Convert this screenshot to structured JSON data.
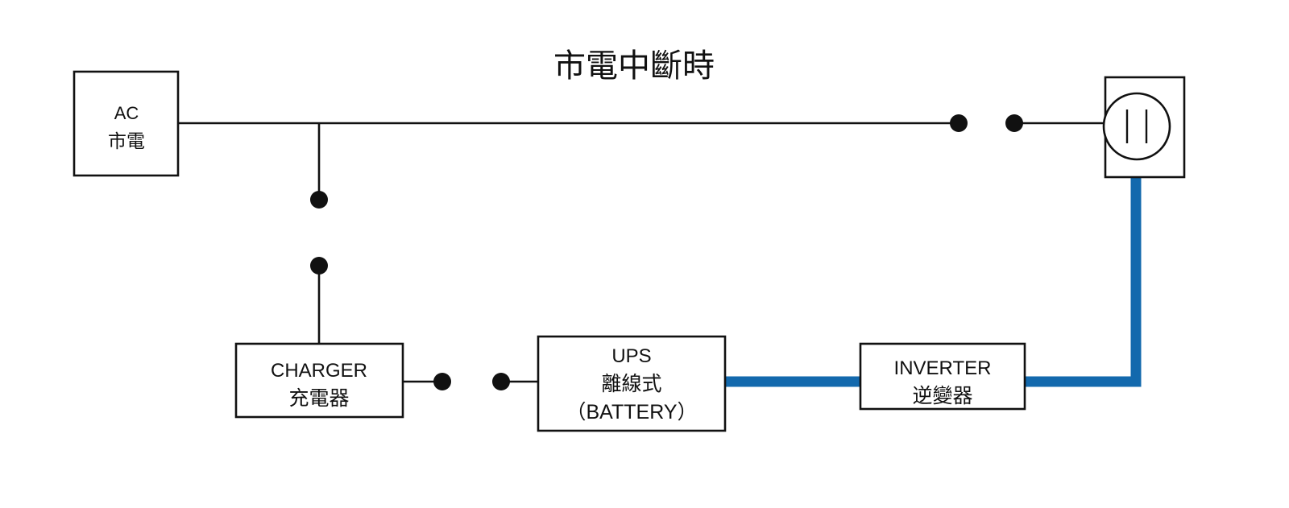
{
  "diagram": {
    "title": "市電中斷時",
    "colors": {
      "line": "#111111",
      "active_flow": "#1369ad",
      "background": "#ffffff"
    },
    "blocks": {
      "ac_mains": {
        "line1": "AC",
        "line2": "市電"
      },
      "charger": {
        "line1": "CHARGER",
        "line2": "充電器"
      },
      "ups": {
        "line1": "UPS",
        "line2": "離線式",
        "line3": "（BATTERY）"
      },
      "inverter": {
        "line1": "INVERTER",
        "line2": "逆變器"
      },
      "outlet": {
        "label": ""
      }
    },
    "switches": [
      {
        "name": "mains-to-outlet-switch",
        "state": "open"
      },
      {
        "name": "mains-to-charger-switch",
        "state": "open"
      },
      {
        "name": "charger-to-ups-switch",
        "state": "open"
      }
    ]
  }
}
